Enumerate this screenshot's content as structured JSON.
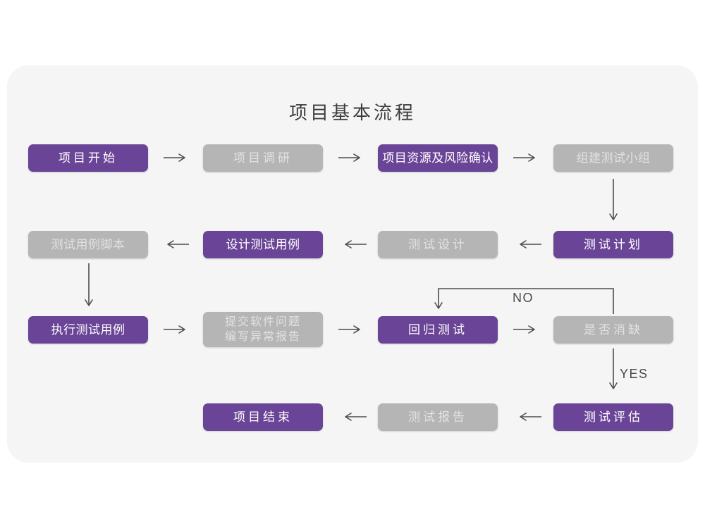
{
  "title": "项目基本流程",
  "branch_labels": {
    "no": "NO",
    "yes": "YES"
  },
  "colors": {
    "purple": "#6A4496",
    "gray": "#B5B5B5",
    "card_background": "#F5F5F6",
    "arrow": "#4D4D4D",
    "title_text": "#3D3D3D",
    "text_on_purple": "#FFFFFF",
    "text_on_gray": "#E2E2E2"
  },
  "nodes": [
    {
      "id": "project-start",
      "label": "项目开始",
      "variant": "purple"
    },
    {
      "id": "project-research",
      "label": "项目调研",
      "variant": "gray"
    },
    {
      "id": "project-resources-risk",
      "label": "项目资源及风险确认",
      "variant": "purple"
    },
    {
      "id": "build-test-team",
      "label": "组建测试小组",
      "variant": "gray"
    },
    {
      "id": "test-plan",
      "label": "测试计划",
      "variant": "purple"
    },
    {
      "id": "test-design",
      "label": "测试设计",
      "variant": "gray"
    },
    {
      "id": "design-test-cases",
      "label": "设计测试用例",
      "variant": "purple"
    },
    {
      "id": "test-case-scripts",
      "label": "测试用例脚本",
      "variant": "gray"
    },
    {
      "id": "execute-test-cases",
      "label": "执行测试用例",
      "variant": "purple"
    },
    {
      "id": "submit-issues-write-report",
      "label": "提交软件问题\n编写异常报告",
      "variant": "gray"
    },
    {
      "id": "regression-test",
      "label": "回归测试",
      "variant": "purple"
    },
    {
      "id": "defect-cleared-decision",
      "label": "是否消缺",
      "variant": "gray"
    },
    {
      "id": "test-evaluation",
      "label": "测试评估",
      "variant": "purple"
    },
    {
      "id": "test-report",
      "label": "测试报告",
      "variant": "gray"
    },
    {
      "id": "project-end",
      "label": "项目结束",
      "variant": "purple"
    }
  ]
}
